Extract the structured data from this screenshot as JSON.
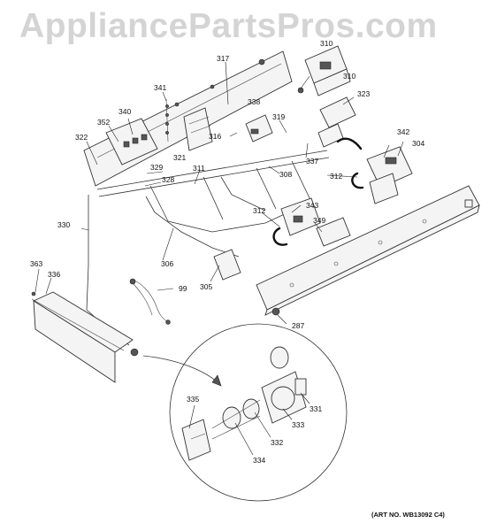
{
  "watermark": "AppliancePartsPros.com",
  "art_number": "(ART NO. WB13092 C4)",
  "callouts": {
    "c310a": "310",
    "c317": "317",
    "c341": "341",
    "c310b": "310",
    "c323": "323",
    "c340": "340",
    "c338": "338",
    "c319": "319",
    "c352": "352",
    "c316": "316",
    "c322": "322",
    "c342": "342",
    "c304": "304",
    "c321": "321",
    "c337": "337",
    "c329": "329",
    "c311": "311",
    "c308": "308",
    "c312a": "312",
    "c328": "328",
    "c343": "343",
    "c312b": "312",
    "c349": "349",
    "c330": "330",
    "c306": "306",
    "c363": "363",
    "c336": "336",
    "c305": "305",
    "c99": "99",
    "c287": "287",
    "c335": "335",
    "c331": "331",
    "c333": "333",
    "c332": "332",
    "c334": "334"
  }
}
